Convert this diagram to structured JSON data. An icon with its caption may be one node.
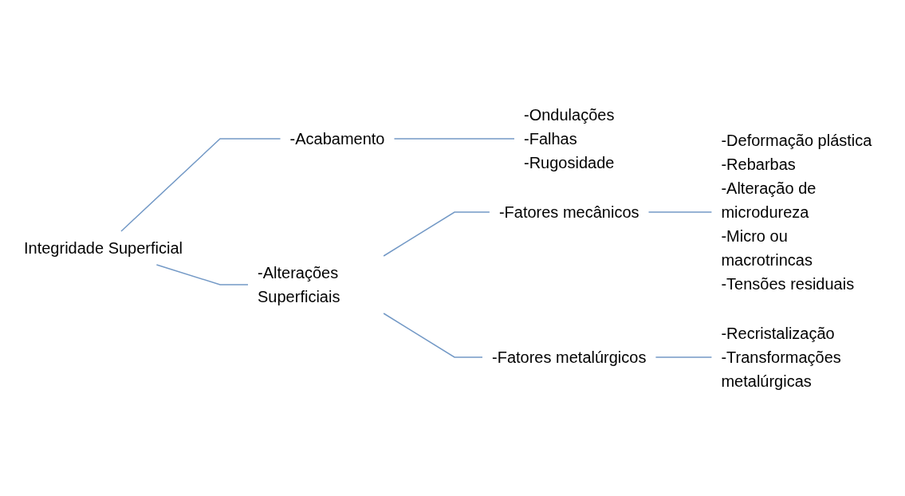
{
  "diagram": {
    "nodes": [
      {
        "text": [
          "Integridade Superficial"
        ]
      },
      {
        "text": [
          "-Acabamento"
        ]
      },
      {
        "text": [
          "-Ondulações",
          "-Falhas",
          "-Rugosidade"
        ]
      },
      {
        "text": [
          "-Alterações Superficiais"
        ]
      },
      {
        "text": [
          "-Fatores mecânicos"
        ]
      },
      {
        "text": [
          "-Deformação plástica",
          "-Rebarbas",
          "-Alteração de microdureza",
          "-Micro ou macrotrincas",
          "-Tensões residuais"
        ]
      },
      {
        "text": [
          "-Fatores metalúrgicos"
        ]
      },
      {
        "text": [
          "-Recristalização",
          "-Transformações metalúrgicas"
        ]
      }
    ],
    "edges": [
      {
        "from": 0,
        "to": 1,
        "arrow": "none"
      },
      {
        "from": 0,
        "to": 3,
        "arrow": "none"
      },
      {
        "from": 1,
        "to": 2,
        "arrow": "none"
      },
      {
        "from": 3,
        "to": 4,
        "arrow": "none"
      },
      {
        "from": 3,
        "to": 6,
        "arrow": "none"
      },
      {
        "from": 4,
        "to": 5,
        "arrow": "none"
      },
      {
        "from": 6,
        "to": 7,
        "arrow": "none"
      }
    ]
  }
}
